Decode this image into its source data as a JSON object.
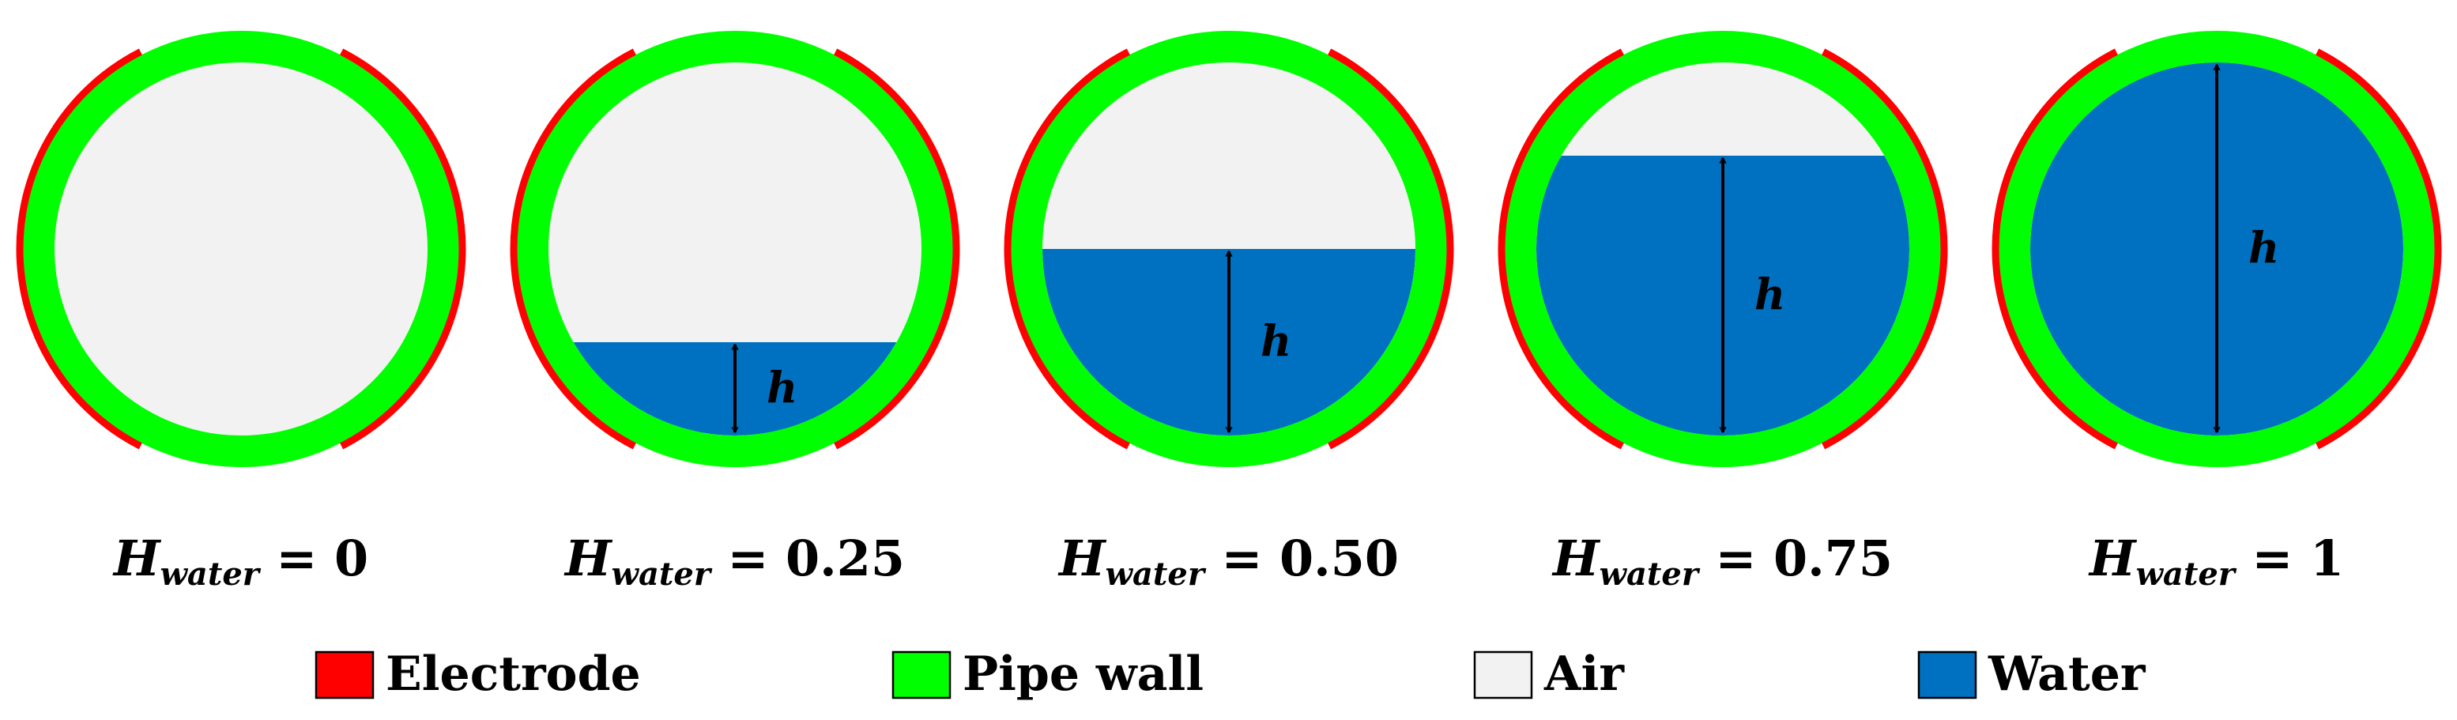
{
  "colors": {
    "electrode": "#ff0000",
    "pipe_wall": "#00ff00",
    "air": "#f2f2f2",
    "water": "#0070c0",
    "arrow": "#000000"
  },
  "height_marker": "h",
  "panels": [
    {
      "water_fraction": 0,
      "show_h": false,
      "caption": {
        "var": "H",
        "sub": "water",
        "rest": " = 0"
      }
    },
    {
      "water_fraction": 0.25,
      "show_h": true,
      "caption": {
        "var": "H",
        "sub": "water",
        "rest": " = 0.25"
      }
    },
    {
      "water_fraction": 0.5,
      "show_h": true,
      "caption": {
        "var": "H",
        "sub": "water",
        "rest": " = 0.50"
      }
    },
    {
      "water_fraction": 0.75,
      "show_h": true,
      "caption": {
        "var": "H",
        "sub": "water",
        "rest": " = 0.75"
      }
    },
    {
      "water_fraction": 1,
      "show_h": true,
      "caption": {
        "var": "H",
        "sub": "water",
        "rest": " = 1"
      }
    }
  ],
  "legend": [
    {
      "label": "Electrode",
      "color_key": "electrode"
    },
    {
      "label": "Pipe wall",
      "color_key": "pipe_wall"
    },
    {
      "label": "Air",
      "color_key": "air"
    },
    {
      "label": "Water",
      "color_key": "water"
    }
  ]
}
